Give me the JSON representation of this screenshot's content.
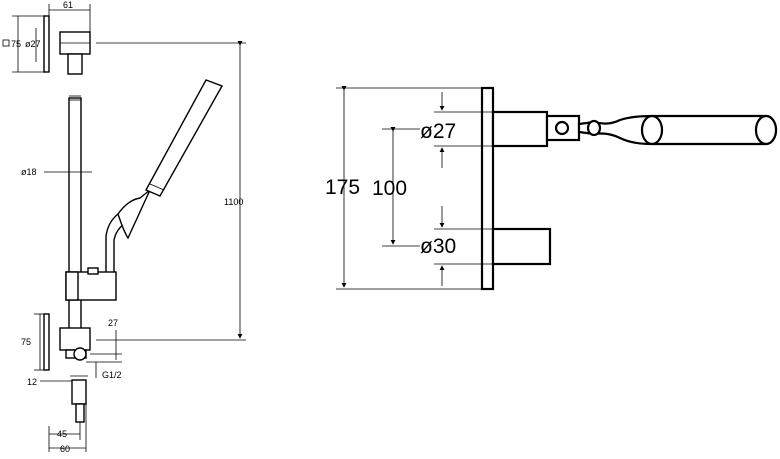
{
  "left_view": {
    "dims": {
      "width_top": "61",
      "square_bracket": "75",
      "dia_top": "ø27",
      "dia_rail": "ø18",
      "height_total": "1100",
      "height_bottom": "75",
      "offset_27": "27",
      "thread": "G1/2",
      "offset_12": "12",
      "width_45": "45",
      "width_60": "60"
    }
  },
  "right_view": {
    "dims": {
      "height": "175",
      "spacing": "100",
      "dia_upper": "ø27",
      "dia_lower": "ø30"
    }
  }
}
